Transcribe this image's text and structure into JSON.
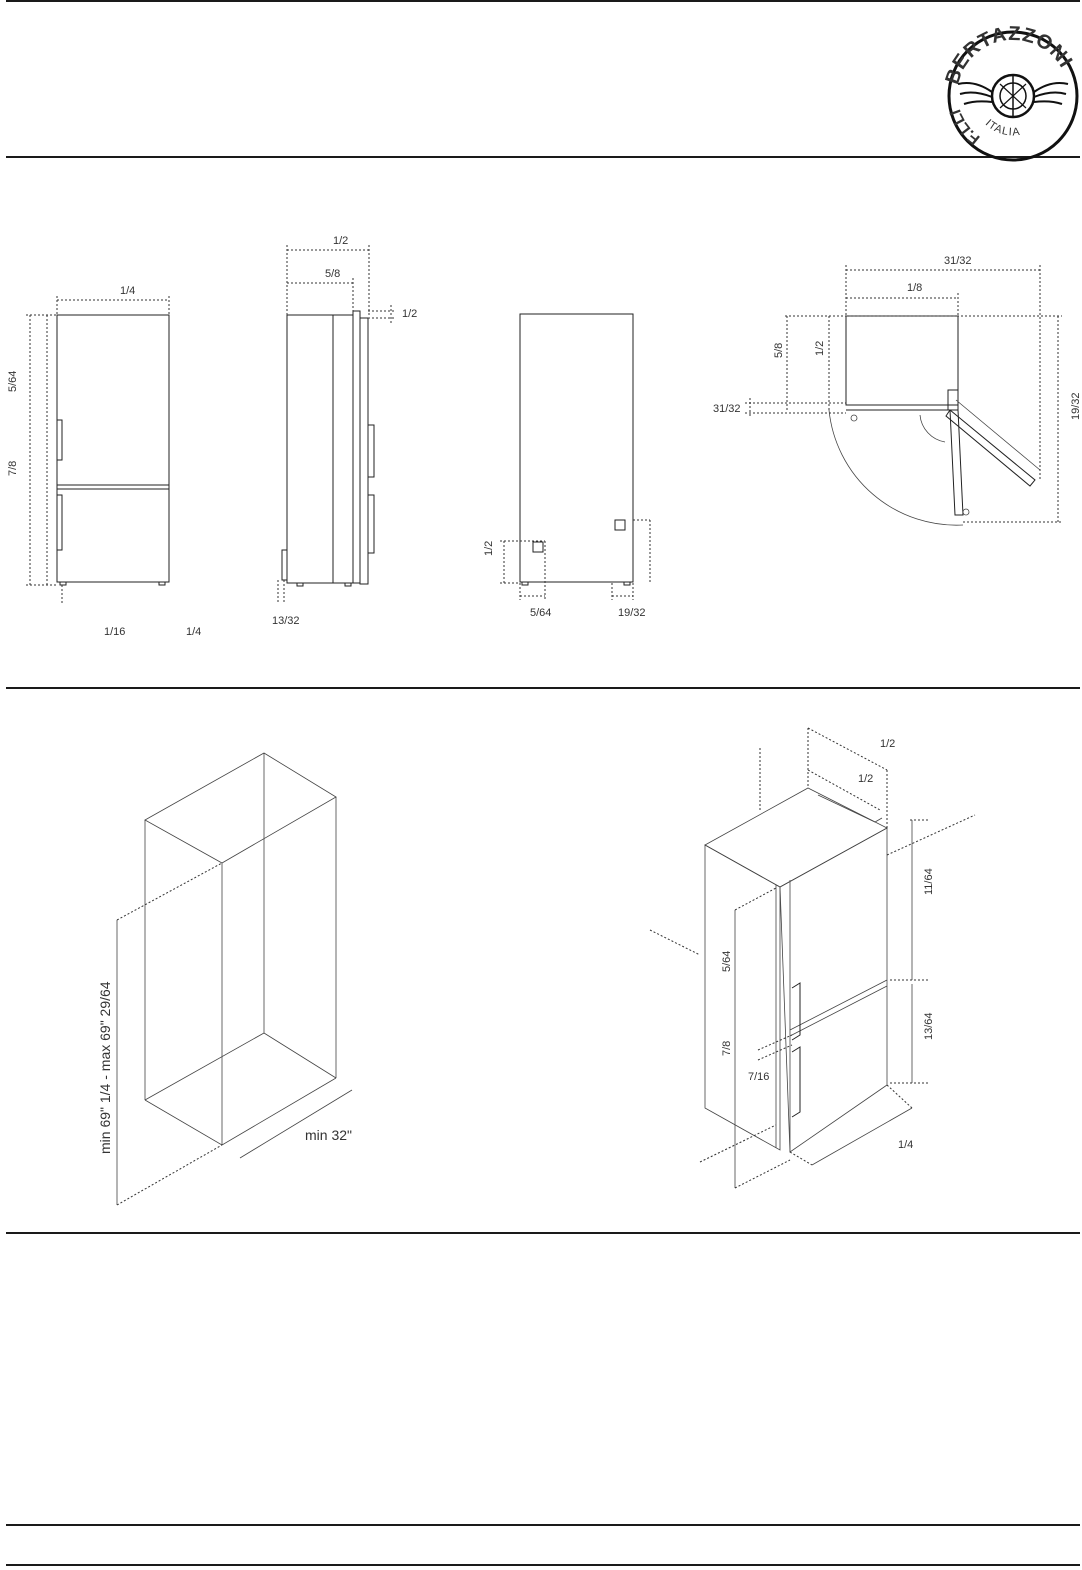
{
  "logo": {
    "brand": "BERTAZZONI",
    "prefix": "F.LLI",
    "country": "ITALIA"
  },
  "front_view": {
    "width": "1/4",
    "height_upper": "5/64",
    "height_total": "7/8",
    "foot_a": "1/16",
    "foot_b": "1/4"
  },
  "side_view": {
    "depth_total": "1/2",
    "depth_cabinet": "5/8",
    "top_offset": "1/2",
    "bottom_offset": "13/32"
  },
  "rear_view": {
    "inlet_height": "1/2",
    "left_offset": "5/64",
    "right_offset": "19/32"
  },
  "top_view": {
    "open_width": "31/32",
    "body_width": "1/8",
    "depth_a": "5/8",
    "depth_b": "1/2",
    "door_gap": "31/32",
    "swing_depth": "19/32"
  },
  "niche": {
    "height_label": "min 69\" 1/4 - max 69\" 29/64",
    "width_label": "min 32\""
  },
  "iso_view": {
    "depth_outer": "1/2",
    "depth_inner": "1/2",
    "upper_door": "11/64",
    "lower_door": "13/64",
    "height_mid": "5/64",
    "height_total": "7/8",
    "gap": "7/16",
    "width": "1/4"
  }
}
